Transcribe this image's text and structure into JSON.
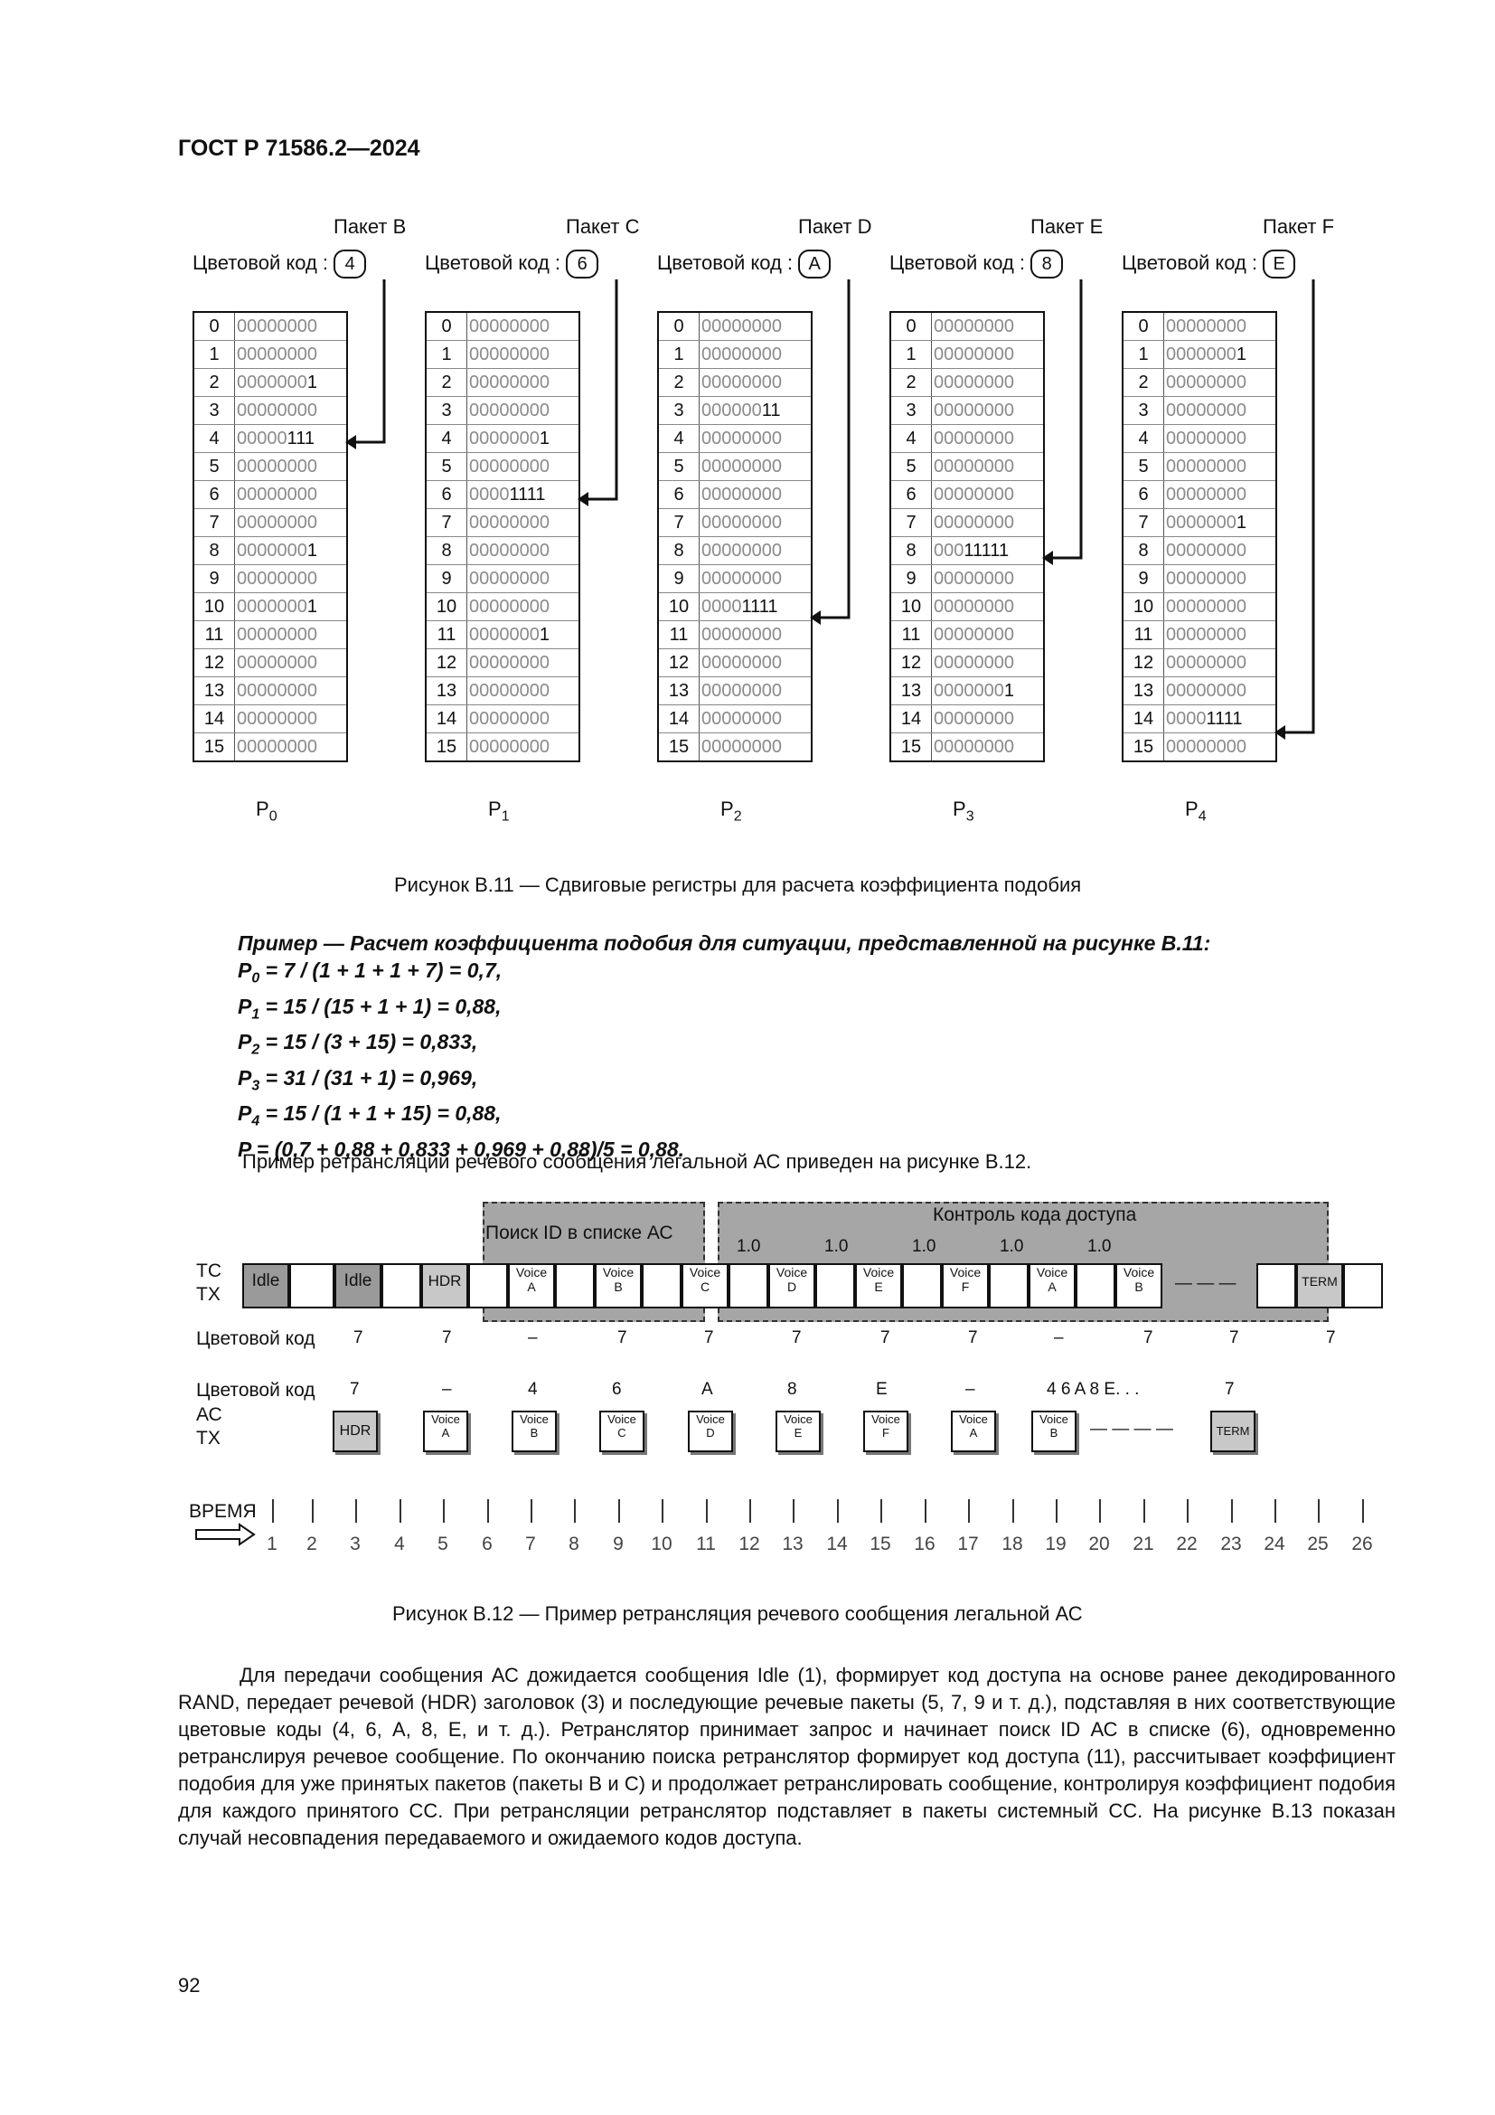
{
  "header": {
    "title": "ГОСТ Р 71586.2—2024"
  },
  "figure11": {
    "packet_word": "Пакет",
    "color_code_label": "Цветовой код :",
    "registers": [
      {
        "packet": "B",
        "code": "4",
        "p_base": "P",
        "p_sub": "0",
        "rows": [
          "00000000",
          "00000000",
          "00000001",
          "00000000",
          "00000111",
          "00000000",
          "00000000",
          "00000000",
          "00000001",
          "00000000",
          "00000001",
          "00000000",
          "00000000",
          "00000000",
          "00000000",
          "00000000"
        ]
      },
      {
        "packet": "C",
        "code": "6",
        "p_base": "P",
        "p_sub": "1",
        "rows": [
          "00000000",
          "00000000",
          "00000000",
          "00000000",
          "00000001",
          "00000000",
          "00001111",
          "00000000",
          "00000000",
          "00000000",
          "00000000",
          "00000001",
          "00000000",
          "00000000",
          "00000000",
          "00000000"
        ]
      },
      {
        "packet": "D",
        "code": "A",
        "p_base": "P",
        "p_sub": "2",
        "rows": [
          "00000000",
          "00000000",
          "00000000",
          "00000011",
          "00000000",
          "00000000",
          "00000000",
          "00000000",
          "00000000",
          "00000000",
          "00001111",
          "00000000",
          "00000000",
          "00000000",
          "00000000",
          "00000000"
        ]
      },
      {
        "packet": "E",
        "code": "8",
        "p_base": "P",
        "p_sub": "3",
        "rows": [
          "00000000",
          "00000000",
          "00000000",
          "00000000",
          "00000000",
          "00000000",
          "00000000",
          "00000000",
          "00011111",
          "00000000",
          "00000000",
          "00000000",
          "00000000",
          "00000001",
          "00000000",
          "00000000"
        ]
      },
      {
        "packet": "F",
        "code": "E",
        "p_base": "P",
        "p_sub": "4",
        "rows": [
          "00000000",
          "00000001",
          "00000000",
          "00000000",
          "00000000",
          "00000000",
          "00000000",
          "00000001",
          "00000000",
          "00000000",
          "00000000",
          "00000000",
          "00000000",
          "00000000",
          "00001111",
          "00000000"
        ]
      }
    ],
    "caption": "Рисунок В.11 — Сдвиговые регистры для расчета коэффициента подобия"
  },
  "example": {
    "title": "Пример — Расчет коэффициента подобия для ситуации, представленной на рисунке В.11:",
    "lines": [
      {
        "base": "P",
        "sub": "0",
        "text": " = 7 / (1 + 1 + 1 + 7) = 0,7,"
      },
      {
        "base": "P",
        "sub": "1",
        "text": " = 15 / (15 + 1 + 1) = 0,88,"
      },
      {
        "base": "P",
        "sub": "2",
        "text": " = 15 / (3 + 15) = 0,833,"
      },
      {
        "base": "P",
        "sub": "3",
        "text": " = 31 / (31 + 1) = 0,969,"
      },
      {
        "base": "P",
        "sub": "4",
        "text": " = 15 / (1 + 1 + 15) = 0,88,"
      },
      {
        "base": "P",
        "sub": "",
        "text": " = (0,7 + 0,88 + 0,833 + 0,969 + 0,88)/5 = 0,88."
      }
    ]
  },
  "intro12": "Пример ретрансляции речевого сообщения легальной АС приведен на рисунке В.12.",
  "figure12": {
    "zone_search": "Поиск  ID в списке АС",
    "zone_control": "Контроль кода доступа",
    "ratios": [
      "1.0",
      "1.0",
      "1.0",
      "1.0",
      "1.0"
    ],
    "tc_label": "ТС",
    "tx_label": "TX",
    "ac_label": "АС",
    "color_code_label": "Цветовой код",
    "tc_cells": [
      "Idle",
      "Idle",
      "HDR",
      "Voice",
      "A",
      "Voice",
      "B",
      "Voice",
      "C",
      "Voice",
      "D",
      "Voice",
      "E",
      "Voice",
      "F",
      "Voice",
      "A",
      "Voice",
      "B",
      "— — —",
      "TERM"
    ],
    "tc_codes": [
      "7",
      "7",
      "–",
      "7",
      "7",
      "7",
      "7",
      "7",
      "–",
      "7",
      "7",
      "7"
    ],
    "ac_codes": [
      "7",
      "–",
      "4",
      "6",
      "A",
      "8",
      "E",
      "–",
      "4  6  A  8  E. . .",
      "7"
    ],
    "ac_cells": [
      "HDR",
      "Voice",
      "A",
      "Voice",
      "B",
      "Voice",
      "C",
      "Voice",
      "D",
      "Voice",
      "E",
      "Voice",
      "F",
      "Voice",
      "A",
      "Voice",
      "B",
      "— — — —",
      "TERM"
    ],
    "time_label": "ВРЕМЯ",
    "time_ticks": [
      "1",
      "2",
      "3",
      "4",
      "5",
      "6",
      "7",
      "8",
      "9",
      "10",
      "11",
      "12",
      "13",
      "14",
      "15",
      "16",
      "17",
      "18",
      "19",
      "20",
      "21",
      "22",
      "23",
      "24",
      "25",
      "26"
    ],
    "caption": "Рисунок В.12 — Пример ретрансляция речевого сообщения легальной АС"
  },
  "body": "Для передачи сообщения АС дожидается сообщения Idle (1), формирует код доступа на основе ранее декодированного RAND, передает речевой (HDR) заголовок (3) и последующие речевые пакеты (5, 7, 9 и т. д.), подставляя в них соответствующие цветовые коды (4, 6, А, 8, Е, и т. д.). Ретранслятор принимает запрос и начинает поиск ID АС в списке (6), одновременно ретранслируя речевое сообщение. По окончанию поиска ретранслятор формирует код доступа (11), рассчитывает коэффициент подобия для уже принятых пакетов (пакеты B и C) и продолжает ретранслировать сообщение, контролируя коэффициент подобия для каждого принятого СС. При ретрансляции ретранслятор подставляет в пакеты системный СС. На рисунке В.13 показан случай несовпадения передаваемого и ожидаемого кодов доступа.",
  "page_number": "92"
}
